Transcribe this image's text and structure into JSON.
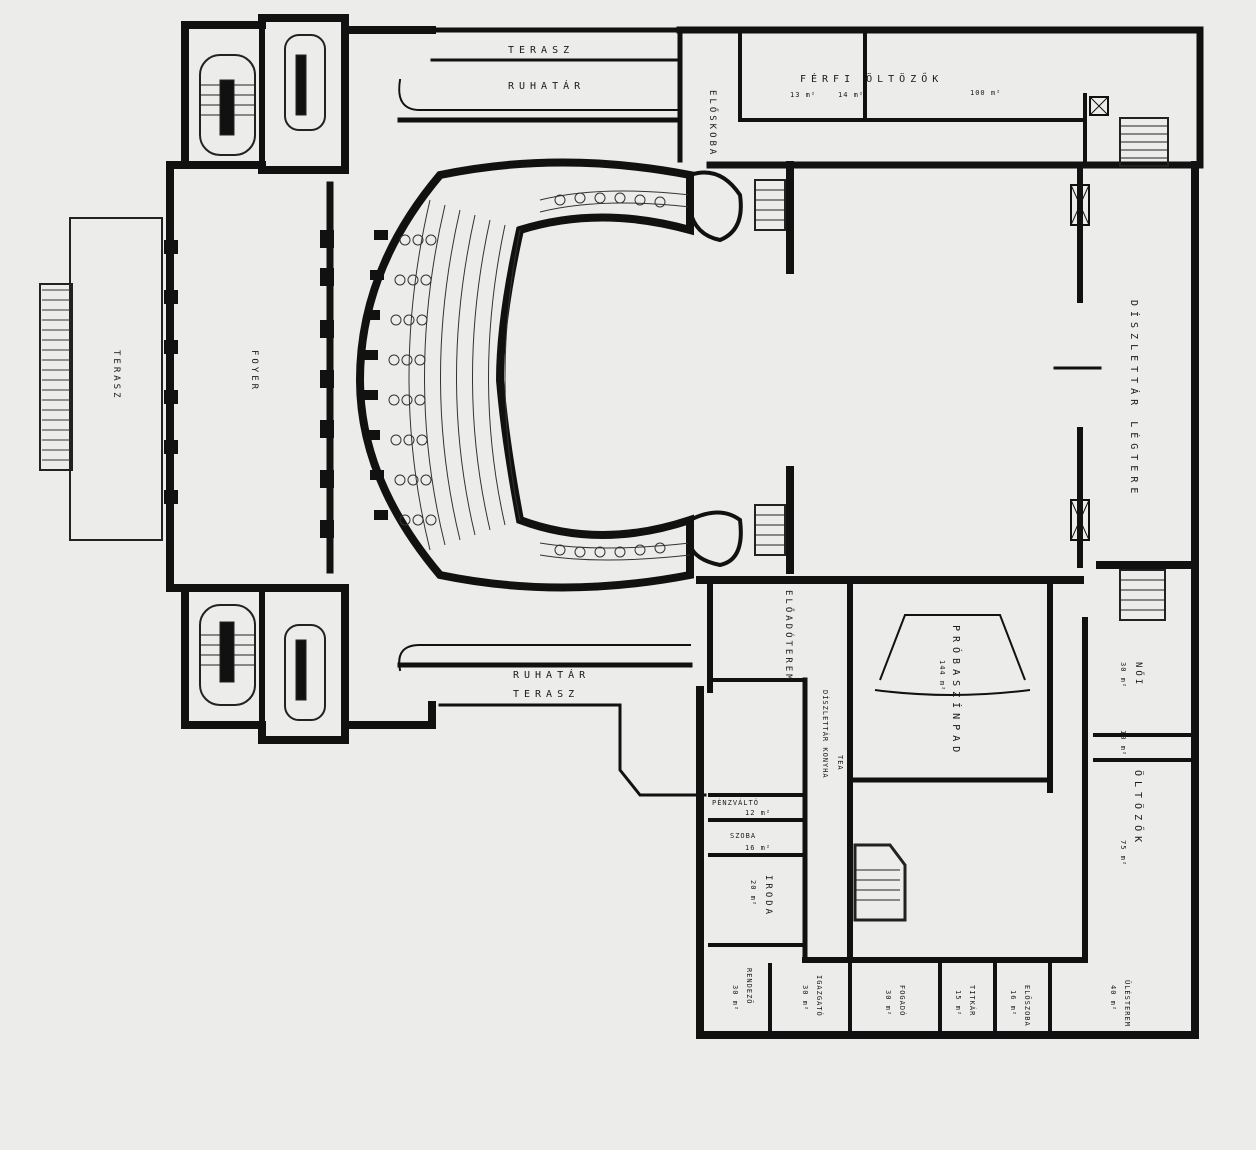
{
  "labels": {
    "terasz_top": "TERASZ",
    "ruhatar_top": "RUHATÁR",
    "eloskoba_top": "ELŐSKOBA",
    "ferfi_oltozok": "FÉRFI ÖLTÖZŐK",
    "area_13": "13 m²",
    "area_14": "14 m²",
    "area_100": "100 m²",
    "terasz_left": "TERASZ",
    "foyer": "FOYER",
    "diszlettar": "DÍSZLETTÁR LÉGTERE",
    "ruhatar_bottom": "RUHATÁR",
    "terasz_bottom": "TERASZ",
    "eloadoterem": "ELŐADÓTEREM",
    "probaszinpad": "PRÓBASZÍNPAD",
    "area_144": "144 m²",
    "noi": "NŐI",
    "area_30": "30 m²",
    "area_10": "10 m²",
    "oltozok": "ÖLTÖZŐK",
    "area_75": "75 m²",
    "diszlet_konyha": "DÍSZLETTÁR KONYHA",
    "tea": "TEA",
    "penzvalto": "PÉNZVÁLTÓ",
    "area_12": "12 m²",
    "szoba": "SZOBA",
    "area_16": "16 m²",
    "iroda": "IRODA",
    "area_20": "20 m²",
    "rendezo": "RENDEZŐ",
    "area_rendezo": "30 m²",
    "igazgato": "IGAZGATÓ",
    "area_igazgato": "30 m²",
    "fogado": "FOGADÓ",
    "area_fogado": "30 m²",
    "titkar": "TITKÁR",
    "area_titkar": "15 m²",
    "eloszoba": "ELŐSZOBA",
    "area_eloszoba": "16 m²",
    "ulesterem": "ÜLÉSTEREM",
    "area_ulesterem": "40 m²"
  }
}
